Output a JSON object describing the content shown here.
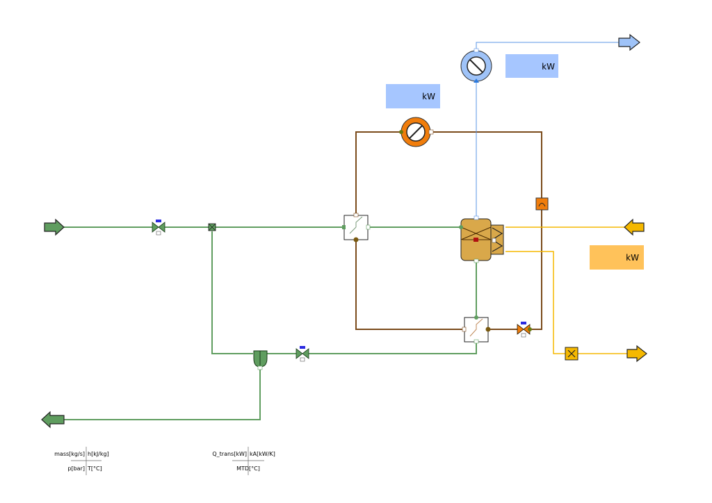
{
  "colors": {
    "steam": "#5f9d5f",
    "oil": "#7a4a1a",
    "electric": "#5a94e6",
    "heat": "#f5b800",
    "oil_pump": "#f07d0c",
    "electric_light": "#9fc3f8",
    "electric_box": "#a6c6ff",
    "heat_box": "#ffc25a",
    "heat_exchanger": "#d9a84a"
  },
  "readouts": [
    {
      "id": "electric-power-readout",
      "unit": "kW"
    },
    {
      "id": "pump-power-readout",
      "unit": "kW"
    },
    {
      "id": "heat-power-readout",
      "unit": "kW"
    }
  ],
  "legend": {
    "stream": {
      "top_a": "mass[kg/s]",
      "top_b": "h[kJ/kg]",
      "bottom_a": "p[bar]",
      "bottom_b": "T[°C]"
    },
    "heat_exchanger": {
      "top_a": "Q_trans[kW]",
      "top_b": "kA[kW/K]",
      "bottom": "MTD[°C]"
    }
  }
}
